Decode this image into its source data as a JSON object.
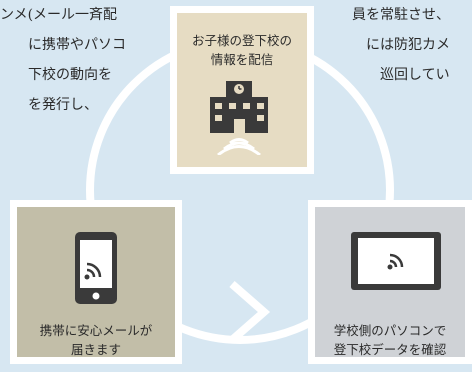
{
  "background_text": {
    "left_lines": "ンメ(メール一斉配\n　　に携帯やパソコ\n　　下校の動向を\n　　を発行し、",
    "right_lines": "員を常駐させ、\n　には防犯カメ\n　　巡回してい"
  },
  "cards": {
    "top": {
      "label": "お子様の登下校の\n情報を配信",
      "icon": "school-building-icon"
    },
    "left": {
      "label": "携帯に安心メールが\n届きます",
      "icon": "smartphone-icon"
    },
    "right": {
      "label": "学校側のパソコンで\n登下校データを確認",
      "icon": "tablet-icon"
    }
  },
  "colors": {
    "background": "#d7e7f2",
    "card_top": "#e6dcc3",
    "card_left": "#c2bea8",
    "card_right": "#cfd2d6",
    "ring": "#ffffff",
    "icon_dark": "#3a3a3a"
  }
}
